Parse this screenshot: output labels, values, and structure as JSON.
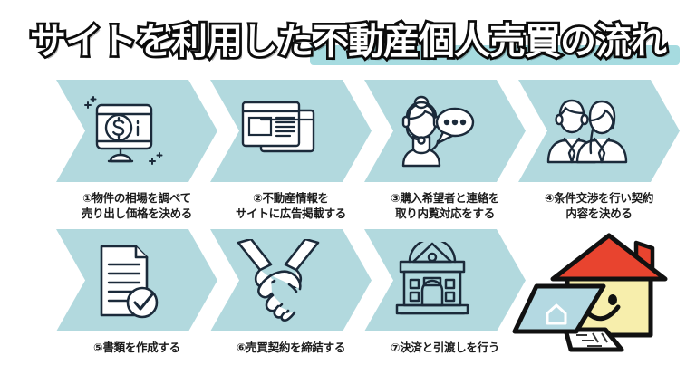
{
  "title": {
    "text": "サイトを利用した不動産個人売買の流れ",
    "highlight_color": "#a6dbe0",
    "text_color": "#ffffff",
    "outline_color": "#0d0d0d"
  },
  "theme": {
    "chevron_fill": "#b2d9de",
    "icon_stroke": "#1b2a3a",
    "background": "#ffffff",
    "mascot_roof": "#e8442f",
    "mascot_body": "#f7eeac",
    "mascot_laptop": "#b4d9e2"
  },
  "steps": [
    {
      "number": "①",
      "icon": "monitor-dollar-icon",
      "label_lines": [
        "①物件の相場を調べて",
        "売り出し価格を決める"
      ]
    },
    {
      "number": "②",
      "icon": "browser-windows-icon",
      "label_lines": [
        "②不動産情報を",
        "サイトに広告掲載する"
      ]
    },
    {
      "number": "③",
      "icon": "headset-person-chat-icon",
      "label_lines": [
        "③購入希望者と連絡を",
        "取り内覧対応をする"
      ]
    },
    {
      "number": "④",
      "icon": "two-business-people-icon",
      "label_lines": [
        "④条件交渉を行い契約",
        "内容を決める"
      ]
    },
    {
      "number": "⑤",
      "icon": "document-check-icon",
      "label_lines": [
        "⑤書類を作成する"
      ]
    },
    {
      "number": "⑥",
      "icon": "handshake-icon",
      "label_lines": [
        "⑥売買契約を締結する"
      ]
    },
    {
      "number": "⑦",
      "icon": "bank-building-icon",
      "label_lines": [
        "⑦決済と引渡しを行う"
      ]
    }
  ],
  "mascot": {
    "icon": "house-character-with-laptop-illustration"
  }
}
